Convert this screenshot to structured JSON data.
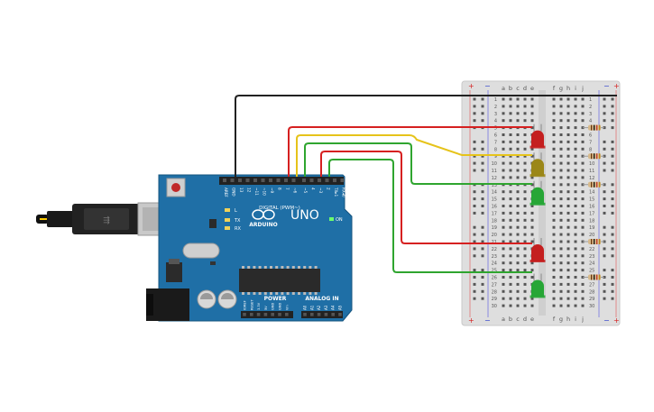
{
  "board": {
    "logo_text": "ARDUINO",
    "model": "UNO",
    "digital_label": "DIGITAL (PWM~)",
    "power_label": "POWER",
    "analog_label": "ANALOG IN",
    "on_label": "ON",
    "led_labels": [
      "L",
      "TX",
      "RX"
    ],
    "digital_pins": [
      "AREF",
      "GND",
      "13",
      "12",
      "~11",
      "~10",
      "~9",
      "8",
      "7",
      "~6",
      "~5",
      "4",
      "~3",
      "2",
      "TX▸1",
      "RX◂0"
    ],
    "power_pins": [
      "IOREF",
      "RESET",
      "3.3V",
      "5V",
      "GND",
      "GND",
      "Vin"
    ],
    "analog_pins": [
      "A0",
      "A1",
      "A2",
      "A3",
      "A4",
      "A5"
    ]
  },
  "breadboard": {
    "col_letters_left": [
      "a",
      "b",
      "c",
      "d",
      "e"
    ],
    "col_letters_right": [
      "f",
      "g",
      "h",
      "i",
      "j"
    ],
    "row_numbers": [
      "1",
      "2",
      "3",
      "4",
      "5",
      "6",
      "7",
      "8",
      "9",
      "10",
      "11",
      "12",
      "13",
      "14",
      "15",
      "16",
      "17",
      "18",
      "19",
      "20",
      "21",
      "22",
      "23",
      "24",
      "25",
      "26",
      "27",
      "28",
      "29",
      "30"
    ],
    "rail_plus": "+",
    "rail_minus": "−"
  },
  "colors": {
    "board": "#1f6fa6",
    "breadboard": "#dcdcdc",
    "wire_black": "#222222",
    "wire_red": "#d62020",
    "wire_yellow": "#e6c31a",
    "wire_green": "#2fa52f",
    "led_red": "#c41f1f",
    "led_yellow": "#9b8718",
    "led_green": "#27a636"
  },
  "leds": [
    {
      "color": "red",
      "row": 5
    },
    {
      "color": "yellow",
      "row": 9
    },
    {
      "color": "green",
      "row": 13
    },
    {
      "color": "red",
      "row": 21
    },
    {
      "color": "green",
      "row": 26
    }
  ]
}
